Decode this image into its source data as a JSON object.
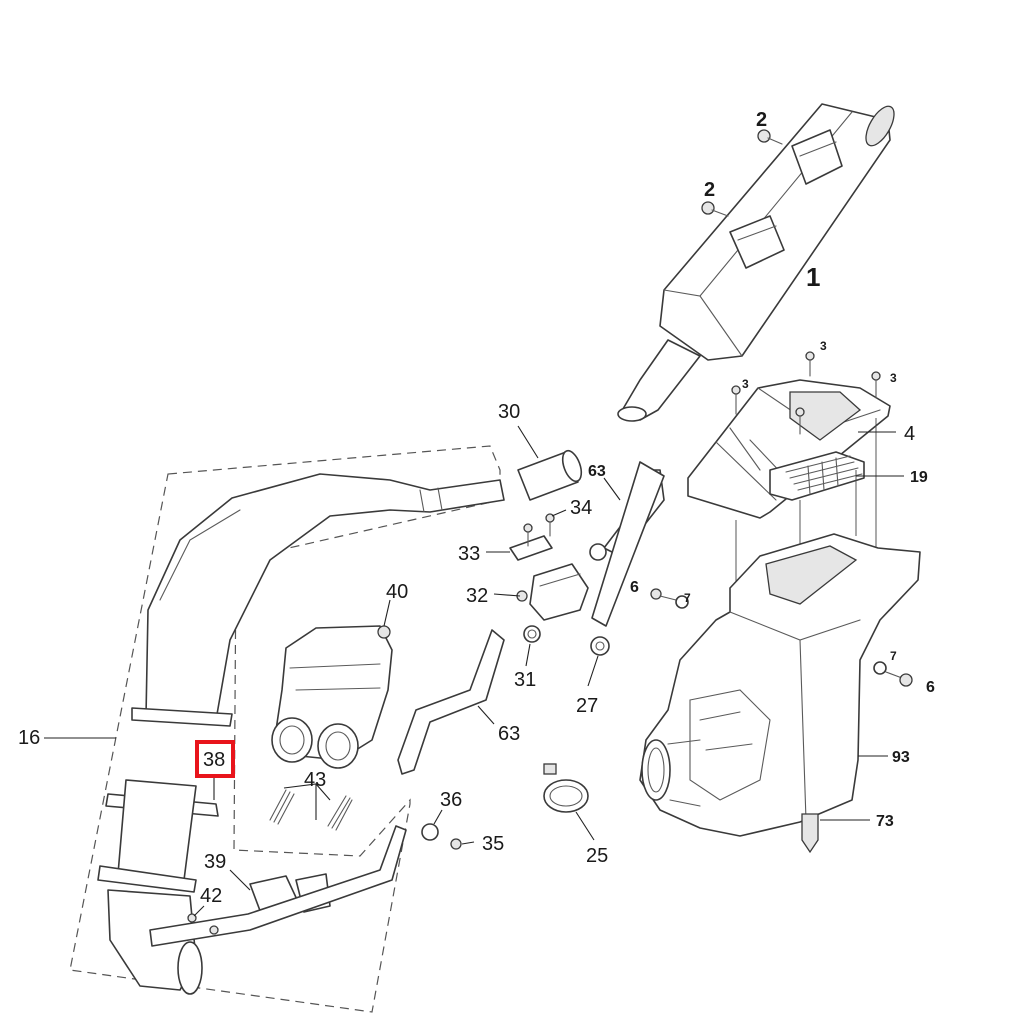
{
  "diagram": {
    "highlight_color": "#e8141b",
    "line_color": "#3a3a3a",
    "highlighted_callout": "38",
    "callouts": {
      "c1": "1",
      "c2a": "2",
      "c2b": "2",
      "c3a": "3",
      "c3b": "3",
      "c3c": "3",
      "c4": "4",
      "c19": "19",
      "c30": "30",
      "c63a": "63",
      "c34": "34",
      "c33": "33",
      "c32": "32",
      "c40": "40",
      "c6a": "6",
      "c7a": "7",
      "c7b": "7",
      "c6b": "6",
      "c31": "31",
      "c27": "27",
      "c63b": "63",
      "c16": "16",
      "c38": "38",
      "c43": "43",
      "c93": "93",
      "c36": "36",
      "c35": "35",
      "c73": "73",
      "c25": "25",
      "c39": "39",
      "c42": "42"
    }
  }
}
